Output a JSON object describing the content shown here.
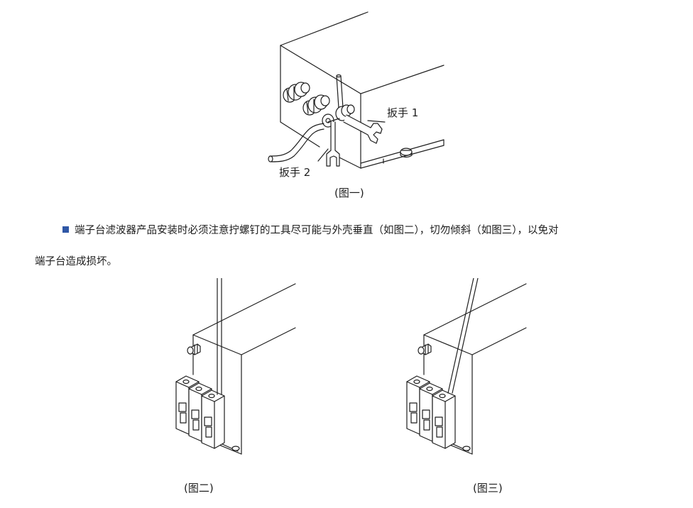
{
  "figure1": {
    "wrench1_label": "扳手 1",
    "wrench2_label": "扳手 2",
    "caption": "(图一)"
  },
  "paragraph": {
    "line1": "端子台滤波器产品安装时必须注意拧螺钉的工具尽可能与外壳垂直（如图二），切勿倾斜（如图三），以免对",
    "line2": "端子台造成损坏。"
  },
  "figure2": {
    "caption": "(图二)"
  },
  "figure3": {
    "caption": "(图三)"
  },
  "colors": {
    "bullet": "#2f57a6",
    "line": "#1e1e1e",
    "text": "#1e1e1e"
  }
}
